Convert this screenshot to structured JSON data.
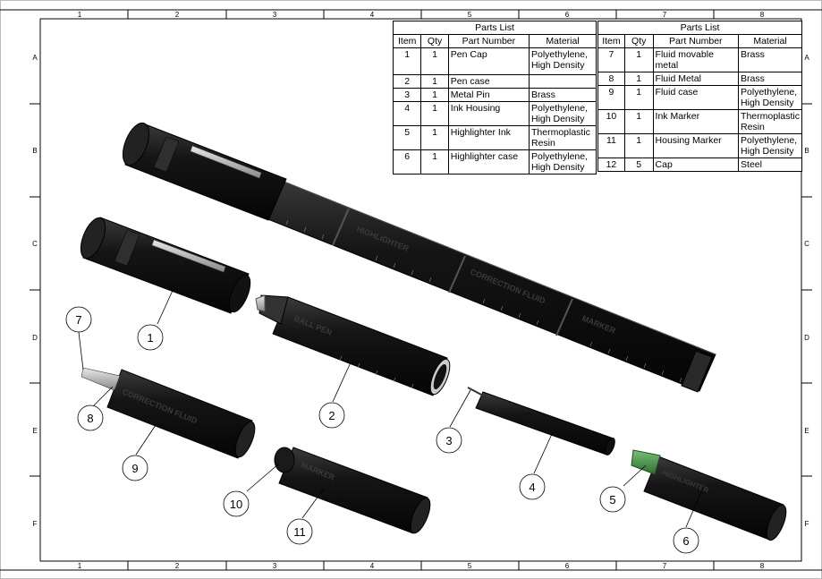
{
  "zones": {
    "columns": [
      "1",
      "2",
      "3",
      "4",
      "5",
      "6",
      "7",
      "8"
    ],
    "rows": [
      "A",
      "B",
      "C",
      "D",
      "E",
      "F"
    ]
  },
  "parts_list_left": {
    "title": "Parts List",
    "headers": [
      "Item",
      "Qty",
      "Part Number",
      "Material"
    ],
    "rows": [
      [
        "1",
        "1",
        "Pen Cap",
        "Polyethylene, High Density"
      ],
      [
        "2",
        "1",
        "Pen case",
        ""
      ],
      [
        "3",
        "1",
        "Metal Pin",
        "Brass"
      ],
      [
        "4",
        "1",
        "Ink Housing",
        "Polyethylene, High Density"
      ],
      [
        "5",
        "1",
        "Highlighter Ink",
        "Thermoplastic Resin"
      ],
      [
        "6",
        "1",
        "Highlighter case",
        "Polyethylene, High Density"
      ]
    ]
  },
  "parts_list_right": {
    "title": "Parts List",
    "headers": [
      "Item",
      "Qty",
      "Part Number",
      "Material"
    ],
    "rows": [
      [
        "7",
        "1",
        "Fluid movable metal",
        "Brass"
      ],
      [
        "8",
        "1",
        "Fluid Metal",
        "Brass"
      ],
      [
        "9",
        "1",
        "Fluid case",
        "Polyethylene, High Density"
      ],
      [
        "10",
        "1",
        "Ink Marker",
        "Thermoplastic Resin"
      ],
      [
        "11",
        "1",
        "Housing Marker",
        "Polyethylene, High Density"
      ],
      [
        "12",
        "5",
        "Cap",
        "Steel"
      ]
    ]
  },
  "engravings": {
    "highlighter": "HIGHLIGHTER",
    "correction_fluid": "CORRECTION FLUID",
    "ball_pen": "BALL PEN",
    "marker": "MARKER"
  },
  "balloons": [
    "1",
    "2",
    "3",
    "4",
    "5",
    "6",
    "7",
    "8",
    "9",
    "10",
    "11"
  ],
  "colors": {
    "body": "#1a1a1a",
    "edge": "#4a4a4a",
    "tip_green": "#3f8f3f",
    "frame": "#000000"
  }
}
